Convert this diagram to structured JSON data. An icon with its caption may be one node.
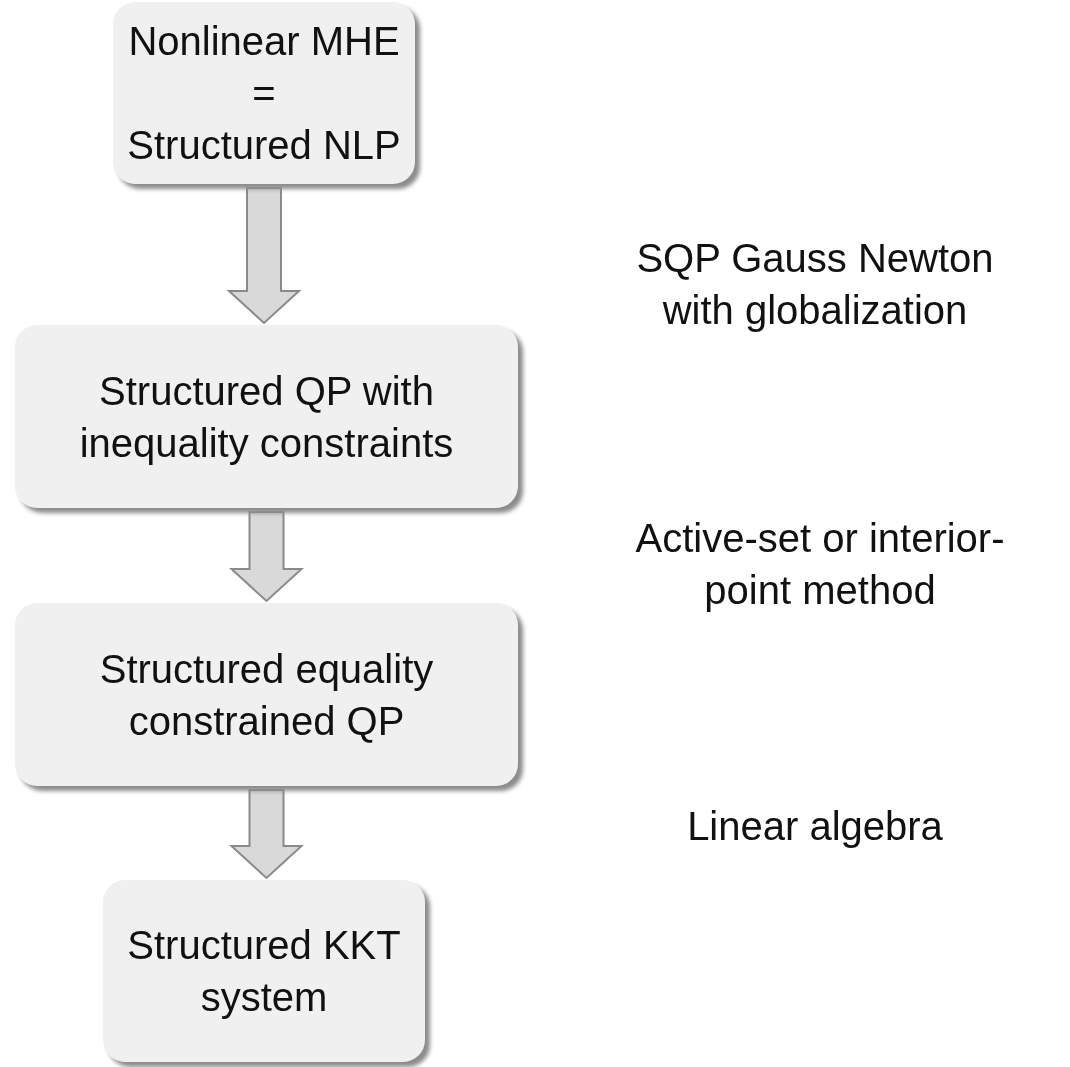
{
  "diagram": {
    "nodes": [
      {
        "text": [
          "Nonlinear MHE",
          "=",
          "Structured NLP"
        ]
      },
      {
        "text": [
          "Structured QP with inequality constraints"
        ]
      },
      {
        "text": [
          "Structured equality constrained QP"
        ]
      },
      {
        "text": [
          "Structured KKT system"
        ]
      }
    ],
    "edges": [
      {
        "from": 0,
        "to": 1,
        "arrow": "to"
      },
      {
        "from": 1,
        "to": 2,
        "arrow": "to"
      },
      {
        "from": 2,
        "to": 3,
        "arrow": "to"
      }
    ],
    "labels": [
      "SQP Gauss Newton with globalization",
      "Active-set or interior-point method",
      "Linear algebra"
    ]
  }
}
